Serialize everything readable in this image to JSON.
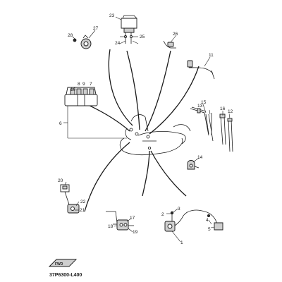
{
  "diagram": {
    "code": "37P6300-L400",
    "fwd_label": "FWD",
    "callouts": [
      "1",
      "2",
      "3",
      "4",
      "5",
      "6",
      "7",
      "8",
      "9",
      "10",
      "11",
      "12",
      "13",
      "14",
      "15",
      "16",
      "17",
      "18",
      "19",
      "20",
      "21",
      "22",
      "23",
      "24",
      "25",
      "26",
      "27",
      "28"
    ]
  }
}
